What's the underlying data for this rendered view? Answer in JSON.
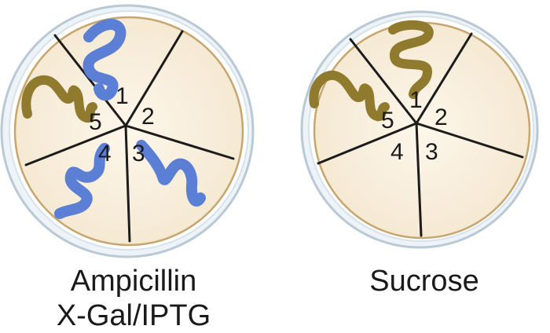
{
  "plates": [
    {
      "caption_lines": [
        "Ampicillin",
        "X-Gal/IPTG"
      ],
      "sectors": [
        "1",
        "2",
        "3",
        "4",
        "5"
      ],
      "colonies": [
        {
          "sector": "1",
          "color": "blue"
        },
        {
          "sector": "3",
          "color": "blue"
        },
        {
          "sector": "4",
          "color": "blue"
        },
        {
          "sector": "5",
          "color": "brown"
        }
      ]
    },
    {
      "caption_lines": [
        "Sucrose"
      ],
      "sectors": [
        "1",
        "2",
        "3",
        "4",
        "5"
      ],
      "colonies": [
        {
          "sector": "1",
          "color": "brown"
        },
        {
          "sector": "5",
          "color": "brown"
        }
      ]
    }
  ],
  "colors": {
    "blue_colony": "#5b7fd4",
    "brown_colony": "#8f7a2e",
    "agar": "#fbf2e4",
    "plate_rim": "#c6a66e",
    "dish_edge": "#b9c9d6",
    "divider": "#1c1c1c"
  }
}
